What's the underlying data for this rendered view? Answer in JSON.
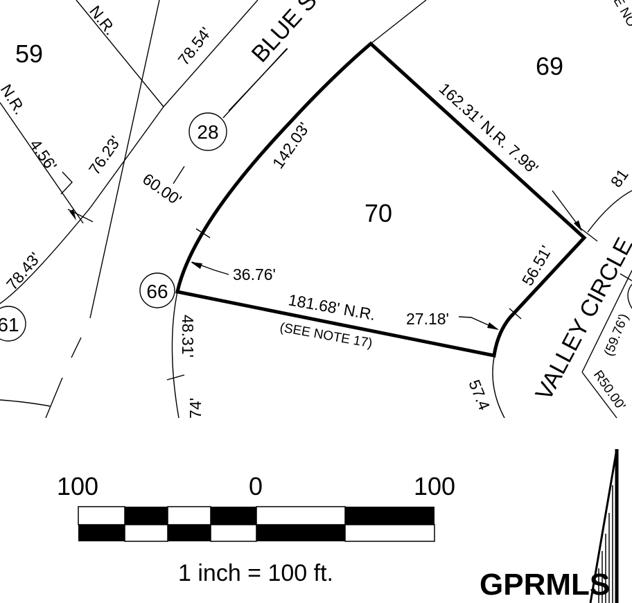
{
  "map": {
    "type": "subdivision plat",
    "lots": {
      "lot_59": "59",
      "lot_69": "69",
      "lot_70": "70"
    },
    "circled_ids": {
      "c28": "28",
      "c66": "66",
      "c61": "61"
    },
    "streets": {
      "blue": "BLUE S",
      "valley_circle": "VALLEY CIRCLE"
    },
    "dimensions": {
      "d_nr_top": "N.R.",
      "d_nr_left": "N.R.",
      "d_7854": "78.54'",
      "d_456": "4.56'",
      "d_7623": "76.23'",
      "d_6000": "60.00'",
      "d_14203": "142.03'",
      "d_16231": "162.31' N.R. 7.98'",
      "d_81": "81",
      "d_3676": "36.76'",
      "d_7843": "78.43'",
      "d_18168": "181.68' N.R.",
      "d_note17": "(SEE NOTE 17)",
      "d_2718": "27.18'",
      "d_5651": "56.51'",
      "d_4831": "48.31'",
      "d_74": "74'",
      "d_574": "57.4",
      "d_5976": "(59.76')",
      "d_r50": "R50.00'",
      "d_seeno": "E NO"
    },
    "accent_colors": {
      "ink": "#000000",
      "paper": "#ffffff"
    }
  },
  "scale_bar": {
    "left_label": "100",
    "center_label": "0",
    "right_label": "100",
    "caption": "1 inch  = 100 ft."
  },
  "watermark": {
    "text": "GPRMLS"
  }
}
